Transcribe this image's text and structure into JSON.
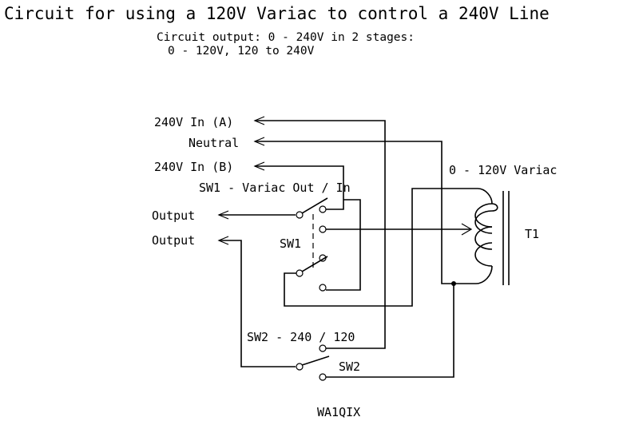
{
  "title": "Circuit for using a 120V Variac to control a 240V Line",
  "subtitle_line1": "Circuit output: 0 - 240V in 2 stages:",
  "subtitle_line2": "0 - 120V, 120 to 240V",
  "inputs": {
    "line_a": "240V In (A)",
    "neutral": "Neutral",
    "line_b": "240V In (B)"
  },
  "outputs": {
    "output_1": "Output",
    "output_2": "Output"
  },
  "switches": {
    "sw1_caption": "SW1 - Variac Out / In",
    "sw1_label": "SW1",
    "sw2_caption": "SW2 - 240 / 120",
    "sw2_label": "SW2"
  },
  "transformer": {
    "caption": "0 - 120V Variac",
    "label": "T1"
  },
  "credit": "WA1QIX"
}
